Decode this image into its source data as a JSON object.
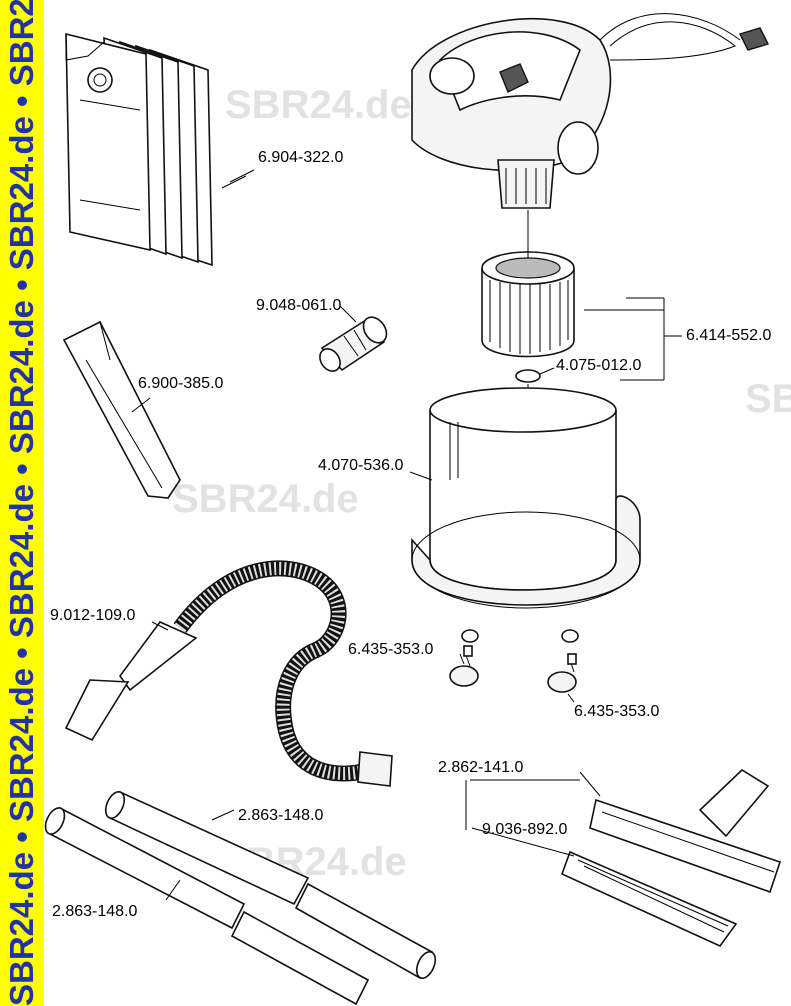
{
  "side_banner": "SBR24.de • SBR24.de • SBR24.de • SBR24.de • SBR24.de • SBR24.de",
  "watermarks": [
    "SBR24.de",
    "SBR24.de",
    "SBR24.de",
    "SB"
  ],
  "parts": {
    "filter_bags": "6.904-322.0",
    "adapter": "9.048-061.0",
    "crevice_nozzle": "6.900-385.0",
    "cartridge_filter": "6.414-552.0",
    "filter_nut": "4.075-012.0",
    "container": "4.070-536.0",
    "hose": "9.012-109.0",
    "castor_left": "6.435-353.0",
    "castor_right": "6.435-353.0",
    "floor_nozzle": "2.862-141.0",
    "nozzle_insert": "9.036-892.0",
    "tube_top": "2.863-148.0",
    "tube_bottom": "2.863-148.0"
  },
  "colors": {
    "banner_bg": "#ffff00",
    "banner_text": "#2233aa",
    "watermark": "#e2e2e2"
  }
}
